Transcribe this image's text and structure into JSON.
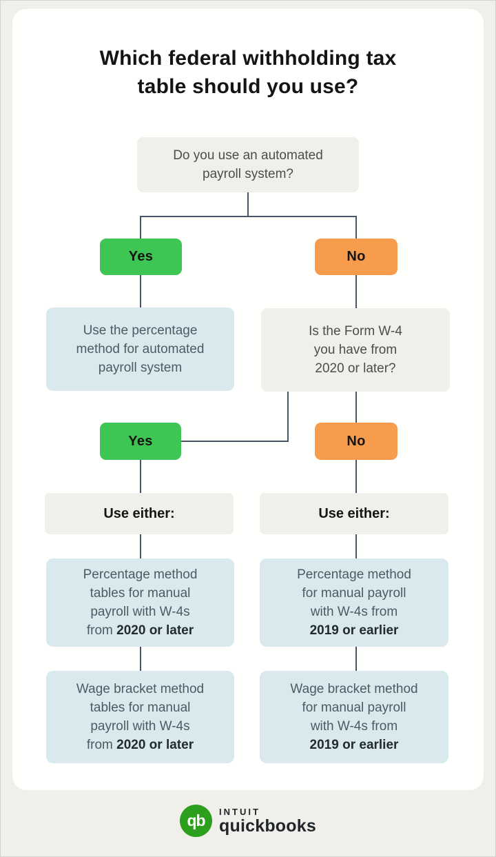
{
  "title": {
    "lines": [
      "Which federal withholding tax",
      "table should you use?"
    ]
  },
  "colors": {
    "page_background": "#f0efe9",
    "card_background": "#fffffe",
    "yes_green": "#3ec654",
    "no_orange": "#f79b4d",
    "info_blue": "#d9e9ee",
    "neutral_gray": "#f0efeb",
    "connector": "#45536b",
    "brand_green": "#2ca01c"
  },
  "flow": {
    "q_automated": {
      "lines": [
        "Do you use an automated",
        "payroll system?"
      ]
    },
    "branch1": {
      "yes": "Yes",
      "no": "No"
    },
    "result_automated": {
      "lines": [
        "Use the percentage",
        "method for automated",
        "payroll system"
      ]
    },
    "q_w4": {
      "lines": [
        "Is the Form W-4",
        "you have from",
        "2020 or later?"
      ]
    },
    "branch2": {
      "yes": "Yes",
      "no": "No"
    },
    "use_either_left": "Use either:",
    "use_either_right": "Use either:",
    "percentage_2020": {
      "lines": [
        "Percentage method",
        "tables for manual",
        "payroll with W-4s"
      ],
      "last_regular": "from ",
      "last_bold": "2020 or later"
    },
    "percentage_2019": {
      "lines": [
        "Percentage method",
        "for manual payroll",
        "with W-4s from"
      ],
      "last_regular": "",
      "last_bold": "2019 or earlier"
    },
    "wage_2020": {
      "lines": [
        "Wage bracket method",
        "tables for manual",
        "payroll with W-4s"
      ],
      "last_regular": "from ",
      "last_bold": "2020 or later"
    },
    "wage_2019": {
      "lines": [
        "Wage bracket method",
        "for manual payroll",
        "with W-4s from"
      ],
      "last_regular": "",
      "last_bold": "2019 or earlier"
    }
  },
  "footer": {
    "logo_monogram": "qb",
    "brand_primary": "INTUIT",
    "brand_secondary": "quickbooks"
  }
}
